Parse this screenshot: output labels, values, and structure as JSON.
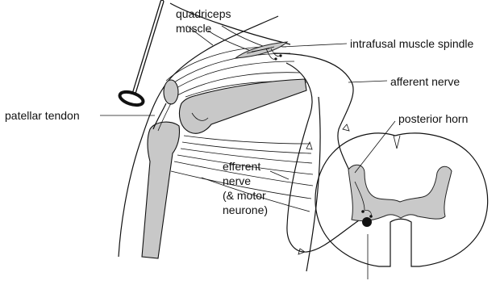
{
  "labels": {
    "quadriceps_line1": "quadriceps",
    "quadriceps_line2": "muscle",
    "spindle": "intrafusal muscle spindle",
    "afferent": "afferent nerve",
    "patellar": "patellar tendon",
    "posterior_horn": "posterior horn",
    "efferent_line1": "efferent",
    "efferent_line2": "nerve",
    "efferent_line3": "(& motor",
    "efferent_line4": "neurone)"
  },
  "colors": {
    "line": "#111111",
    "bone_fill": "#c8c8c8",
    "grey_matter": "#c9c9c9",
    "background": "#ffffff"
  },
  "icons": [
    "reflex-hammer-icon",
    "arrow-icon"
  ]
}
